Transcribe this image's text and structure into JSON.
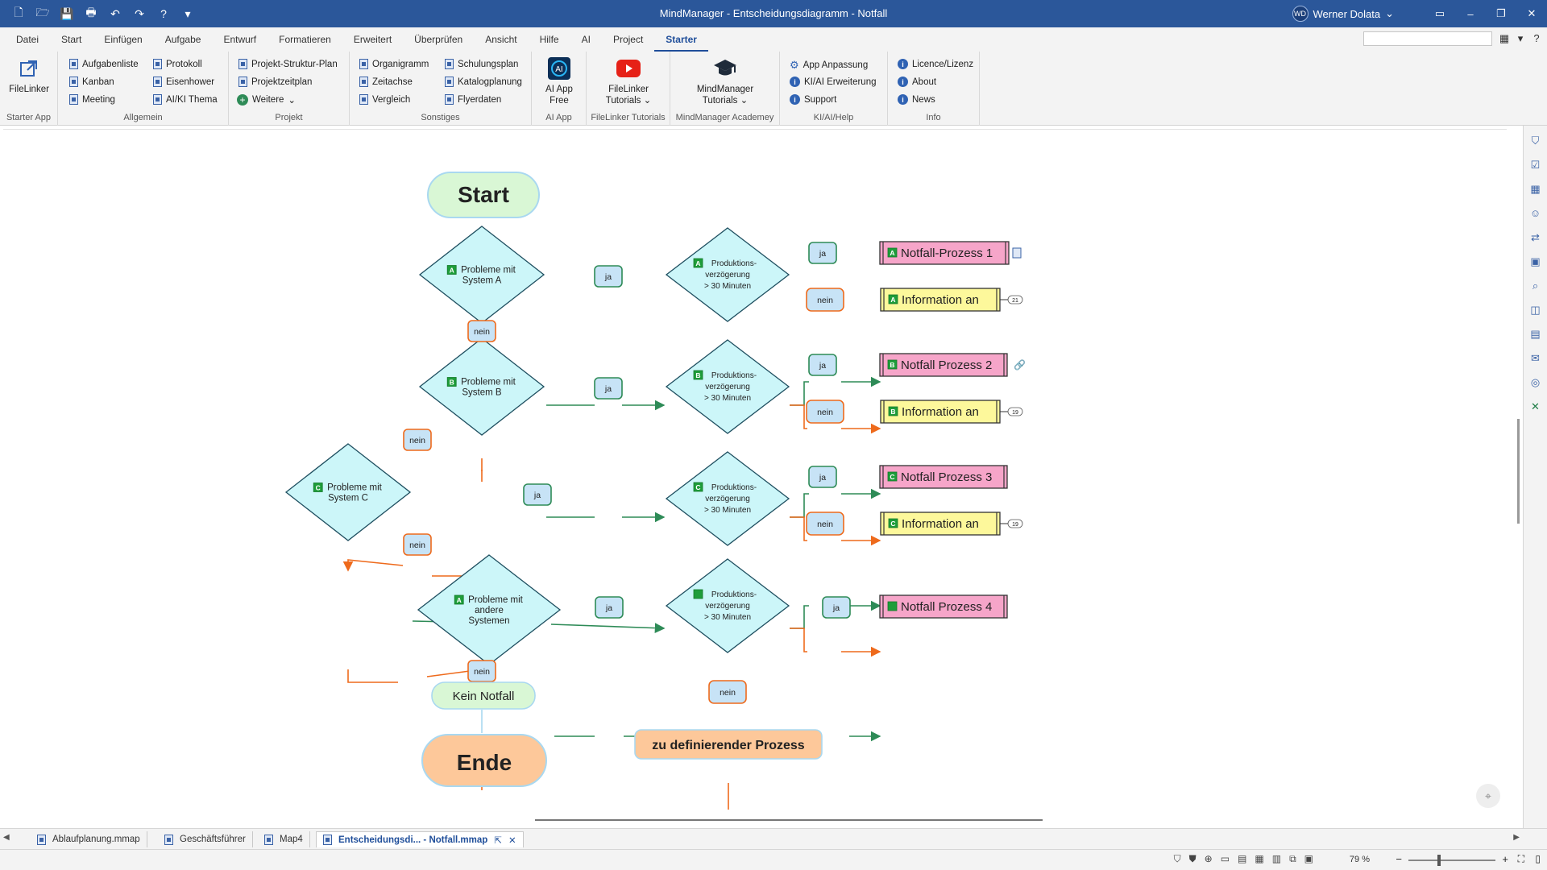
{
  "window": {
    "title": "MindManager - Entscheidungsdiagramm - Notfall",
    "user_name": "Werner Dolata",
    "user_initials": "WD"
  },
  "menu": {
    "tabs": [
      "Datei",
      "Start",
      "Einfügen",
      "Aufgabe",
      "Entwurf",
      "Formatieren",
      "Erweitert",
      "Überprüfen",
      "Ansicht",
      "Hilfe",
      "AI",
      "Project",
      "Starter"
    ],
    "active_tab": "Starter"
  },
  "ribbon": {
    "starter_app": {
      "button": "FileLinker",
      "label": "Starter App"
    },
    "allgemein": {
      "label": "Allgemein",
      "col1": [
        "Aufgabenliste",
        "Kanban",
        "Meeting"
      ],
      "col2": [
        "Protokoll",
        "Eisenhower",
        "AI/KI Thema"
      ]
    },
    "projekt": {
      "label": "Projekt",
      "items": [
        "Projekt-Struktur-Plan",
        "Projektzeitplan",
        "Weitere"
      ]
    },
    "sonstiges": {
      "label": "Sonstiges",
      "col1": [
        "Organigramm",
        "Zeitachse",
        "Vergleich"
      ],
      "col2": [
        "Schulungsplan",
        "Katalogplanung",
        "Flyerdaten"
      ]
    },
    "ai_app": {
      "button_line1": "AI App",
      "button_line2": "Free",
      "label": "AI App"
    },
    "filelinker_tutorials": {
      "button_line1": "FileLinker",
      "button_line2": "Tutorials",
      "label": "FileLinker Tutorials"
    },
    "academy": {
      "button_line1": "MindManager",
      "button_line2": "Tutorials",
      "label": "MindManager Academey"
    },
    "ki_help": {
      "label": "KI/AI/Help",
      "items": [
        "App Anpassung",
        "KI/AI Erweiterung",
        "Support"
      ]
    },
    "info": {
      "label": "Info",
      "items": [
        "Licence/Lizenz",
        "About",
        "News"
      ]
    }
  },
  "diagram": {
    "start": "Start",
    "ende": "Ende",
    "kein_notfall": "Kein Notfall",
    "zu_definieren": "zu definierender Prozess",
    "decisions": [
      {
        "letter": "A",
        "lines": [
          "Probleme mit",
          "System A"
        ]
      },
      {
        "letter": "B",
        "lines": [
          "Probleme mit",
          "System B"
        ]
      },
      {
        "letter": "C",
        "lines": [
          "Probleme mit",
          "System C"
        ]
      },
      {
        "letter": "A",
        "lines": [
          "Probleme mit",
          "andere",
          "Systemen"
        ]
      }
    ],
    "prod_decisions": [
      {
        "letter": "A",
        "lines": [
          "Produktions-",
          "verzögerung",
          "> 30 Minuten"
        ]
      },
      {
        "letter": "B",
        "lines": [
          "Produktions-",
          "verzögerung",
          "> 30 Minuten"
        ]
      },
      {
        "letter": "C",
        "lines": [
          "Produktions-",
          "verzögerung",
          "> 30 Minuten"
        ]
      },
      {
        "letter": "",
        "lines": [
          "Produktions-",
          "verzögerung",
          "> 30 Minuten"
        ]
      }
    ],
    "ja": "ja",
    "nein": "nein",
    "processes": [
      {
        "letter": "A",
        "text": "Notfall-Prozess 1"
      },
      {
        "letter": "B",
        "text": "Notfall Prozess 2"
      },
      {
        "letter": "C",
        "text": "Notfall Prozess 3"
      },
      {
        "letter": "",
        "text": "Notfall Prozess 4"
      }
    ],
    "infos": [
      {
        "letter": "A",
        "text": "Information an",
        "count": "21"
      },
      {
        "letter": "B",
        "text": "Information an",
        "count": "19"
      },
      {
        "letter": "C",
        "text": "Information an",
        "count": "19"
      }
    ]
  },
  "doc_tabs": [
    {
      "label": "Ablaufplanung.mmap",
      "active": false
    },
    {
      "label": "Geschäftsführer",
      "active": false
    },
    {
      "label": "Map4",
      "active": false
    },
    {
      "label": "Entscheidungsdi... - Notfall.mmap",
      "active": true
    }
  ],
  "status": {
    "zoom": "79 %"
  },
  "colors": {
    "titlebar": "#2b579a",
    "decision_fill": "#ccf6f9",
    "process_fill": "#f6a5c9",
    "info_fill": "#fdf89b",
    "label_fill": "#c7e3f6",
    "start_fill": "#d9f7d5",
    "end_fill": "#fdc89a",
    "yes_line": "#2e8b57",
    "no_line": "#ee6a1c"
  }
}
